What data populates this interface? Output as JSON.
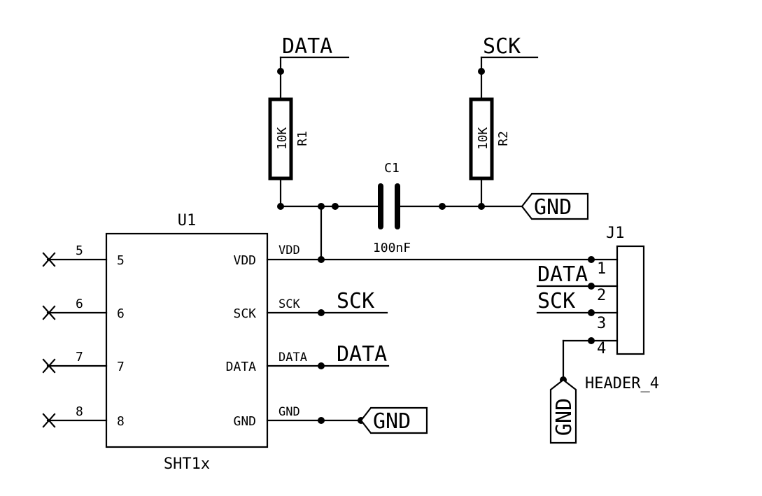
{
  "u1": {
    "ref": "U1",
    "value": "SHT1x",
    "left_pins": [
      {
        "num": "5",
        "name": "5"
      },
      {
        "num": "6",
        "name": "6"
      },
      {
        "num": "7",
        "name": "7"
      },
      {
        "num": "8",
        "name": "8"
      }
    ],
    "right_pins": [
      {
        "name": "VDD",
        "net": "VDD"
      },
      {
        "name": "SCK",
        "net": "SCK"
      },
      {
        "name": "DATA",
        "net": "DATA"
      },
      {
        "name": "GND",
        "net": "GND"
      }
    ]
  },
  "r1": {
    "ref": "R1",
    "value": "10K"
  },
  "r2": {
    "ref": "R2",
    "value": "10K"
  },
  "c1": {
    "ref": "C1",
    "value": "100nF"
  },
  "j1": {
    "ref": "J1",
    "value": "HEADER_4",
    "pins": [
      "1",
      "2",
      "3",
      "4"
    ]
  },
  "nets": {
    "data": "DATA",
    "sck": "SCK",
    "gnd": "GND"
  }
}
